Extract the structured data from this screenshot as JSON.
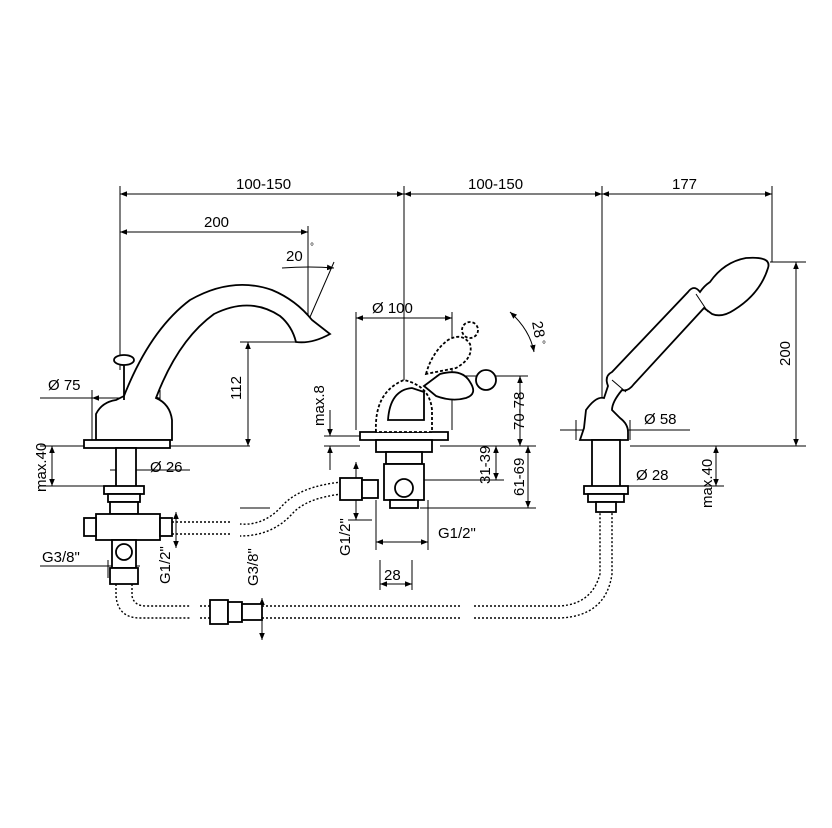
{
  "dimensions": {
    "top_left_span": "100-150",
    "top_mid_span": "100-150",
    "top_right_span": "177",
    "spout_length": "200",
    "spout_angle": "20",
    "degree_mark": "°",
    "handle_angle": "28",
    "base_diameter_spout": "Ø 75",
    "spout_height": "112",
    "deck_max_spout": "max.40",
    "shank_diameter_spout": "Ø 26",
    "thread_g38_left": "G3/8\"",
    "thread_g12_left": "G1/2\"",
    "thread_g38_mid": "G3/8\"",
    "mixer_diameter": "Ø 100",
    "mixer_max8": "max.8",
    "dim_70_78": "70-78",
    "dim_31_39": "31-39",
    "dim_61_69": "61-69",
    "thread_g12_mid_v": "G1/2\"",
    "thread_g12_mid_h": "G1/2\"",
    "offset_28": "28",
    "shower_height": "200",
    "shower_base_diameter": "Ø 58",
    "shower_shank_diameter": "Ø 28",
    "deck_max_shower": "max.40"
  }
}
